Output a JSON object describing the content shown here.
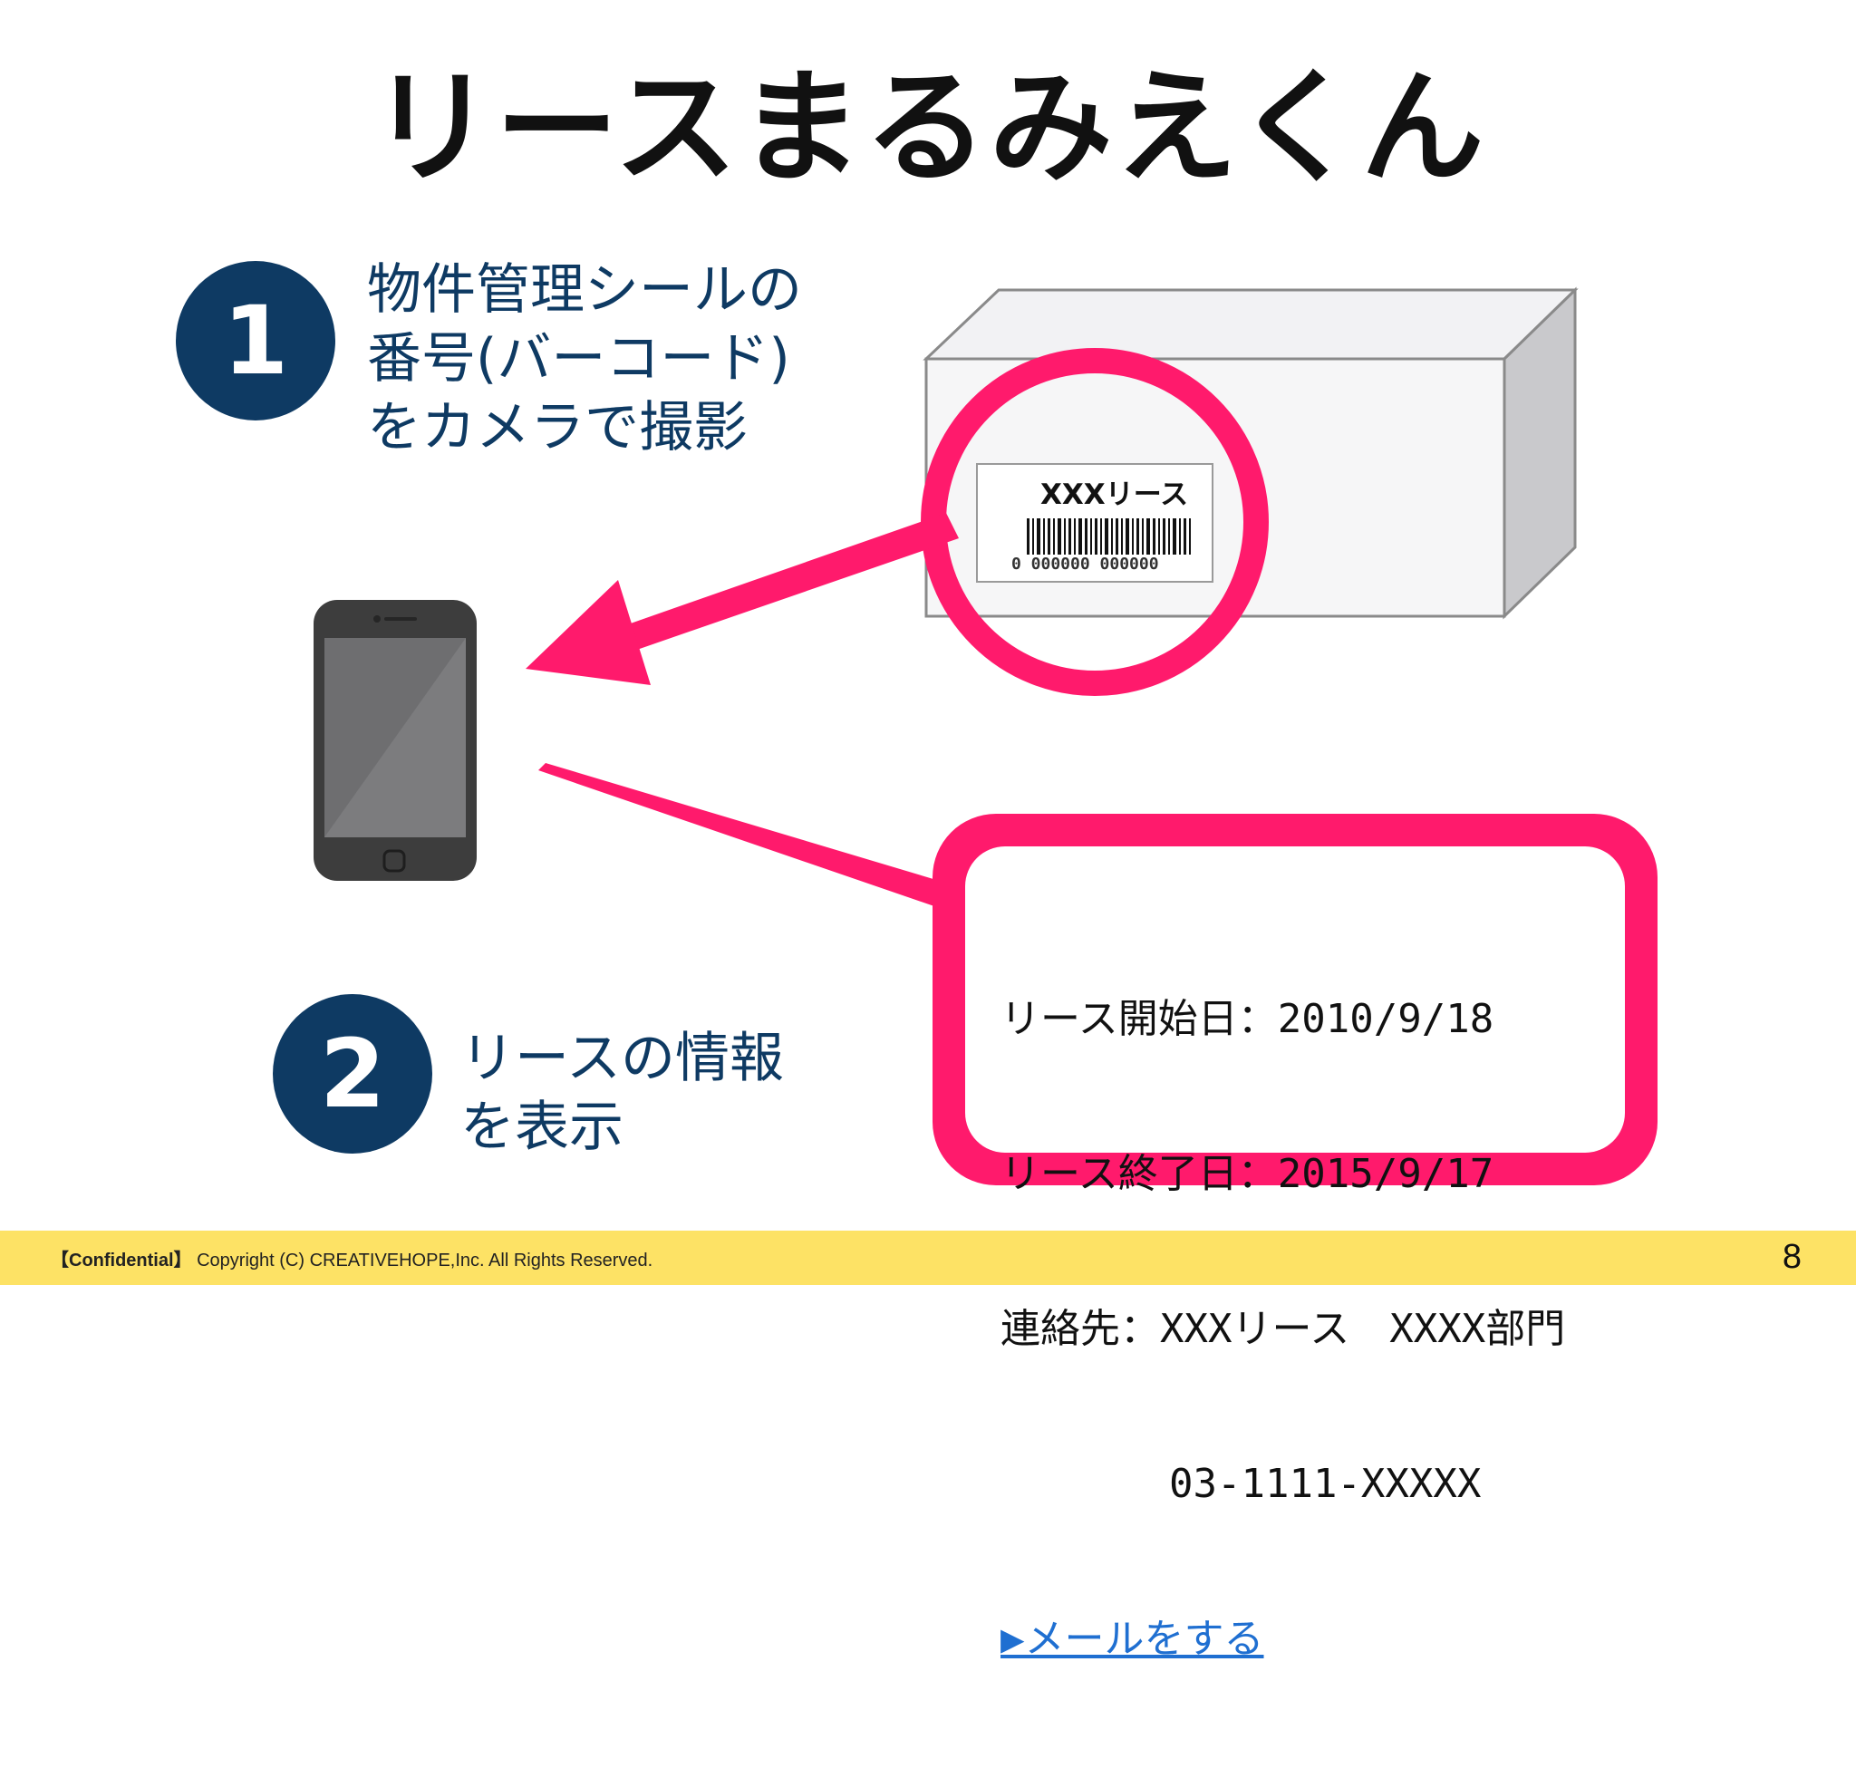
{
  "title": "リースまるみえくん",
  "steps": [
    {
      "number": "1",
      "lines": [
        "物件管理シールの",
        "番号(バーコード)",
        "をカメラで撮影"
      ]
    },
    {
      "number": "2",
      "lines": [
        "リースの情報",
        "を表示"
      ]
    }
  ],
  "label": {
    "company": "XXXリース",
    "barcode_digits": "0 000000 000000"
  },
  "info_card": {
    "start": "リース開始日：2010/9/18",
    "end": "リース終了日：2015/9/17",
    "contact": "連絡先：XXXリース　XXXX部門",
    "phone": "03-1111-XXXXX",
    "mail_link": "▶メールをする"
  },
  "footer": {
    "confidential": "【Confidential】",
    "copyright": "Copyright (C) CREATIVEHOPE,Inc. All Rights Reserved.",
    "page": "8"
  },
  "colors": {
    "navy": "#0e3a63",
    "magenta": "#ff1a6c",
    "footer_yellow": "#fde265",
    "link_blue": "#1f6fd1"
  }
}
